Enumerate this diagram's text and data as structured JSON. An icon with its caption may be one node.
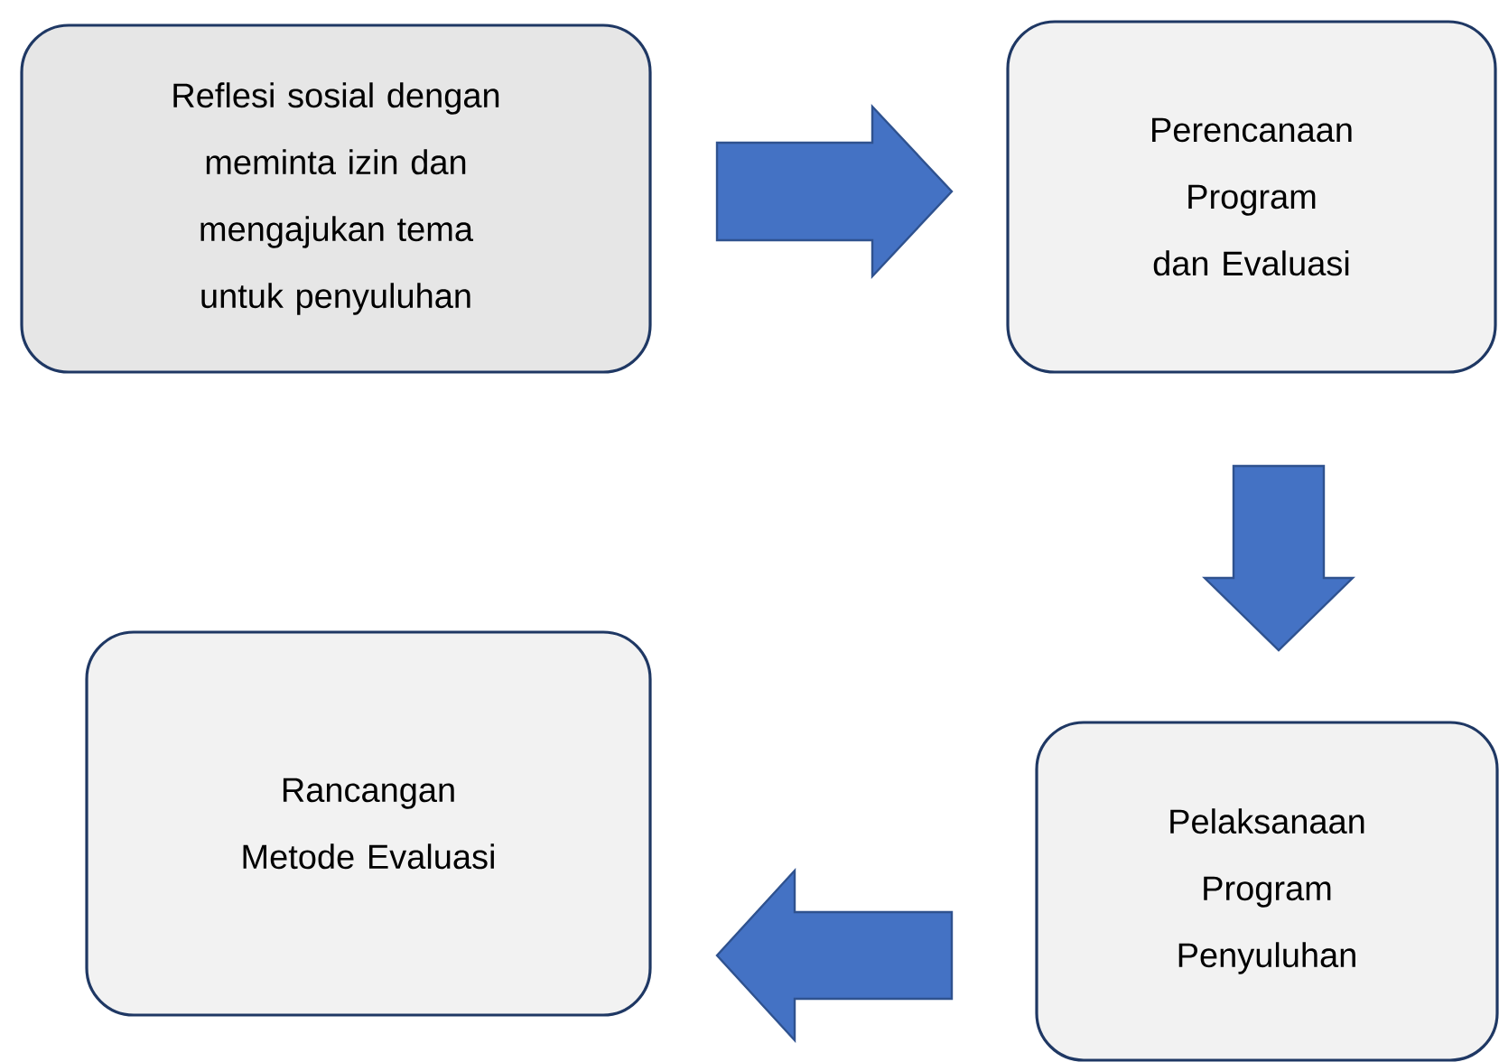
{
  "diagram": {
    "nodes": [
      {
        "text": [
          "Reflesi sosial dengan meminta izin dan mengajukan tema untuk penyuluhan"
        ]
      },
      {
        "text": [
          "Perencanaan Program dan Evaluasi"
        ]
      },
      {
        "text": [
          "Pelaksanaan Program Penyuluhan"
        ]
      },
      {
        "text": [
          "Rancangan Metode Evaluasi"
        ]
      }
    ],
    "edges": [
      {
        "from": 0,
        "to": 1,
        "arrow": "to"
      },
      {
        "from": 1,
        "to": 2,
        "arrow": "to"
      },
      {
        "from": 2,
        "to": 3,
        "arrow": "to"
      }
    ]
  }
}
